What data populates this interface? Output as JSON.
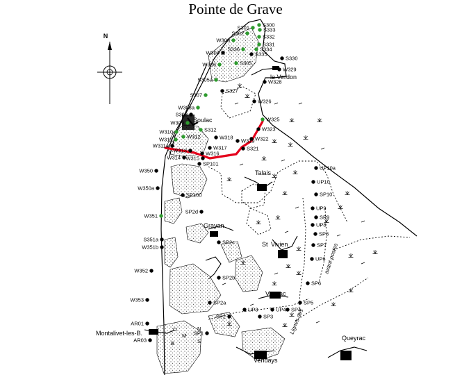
{
  "title": "Pointe de Grave",
  "colors": {
    "green_site": "#2e9b2e",
    "black_site": "#000000",
    "red_line": "#e4001b",
    "ink": "#000000"
  },
  "compass": {
    "north_label": "N"
  },
  "towns": [
    {
      "key": "le_verdon",
      "label": "le Verdon"
    },
    {
      "key": "soulac",
      "label": "Soulac"
    },
    {
      "key": "talais",
      "label": "Talais"
    },
    {
      "key": "grayan",
      "label": "Grayan"
    },
    {
      "key": "st_vivien_prefix",
      "label": "St"
    },
    {
      "key": "st_vivien",
      "label": "Vivien"
    },
    {
      "key": "vensac",
      "label": "Vensac"
    },
    {
      "key": "montalivet",
      "label": "Montalivet-les-B."
    },
    {
      "key": "queyrac",
      "label": "Queyrac"
    },
    {
      "key": "vendays",
      "label": "Vendays"
    }
  ],
  "annotations": [
    {
      "key": "avant_postes",
      "label": "avant-postes"
    },
    {
      "key": "lignes_des",
      "label": "Lignes des"
    }
  ],
  "letters": [
    "O",
    "M",
    "N",
    "B",
    "S"
  ],
  "sites": [
    {
      "label": "S300",
      "status": "green"
    },
    {
      "label": "S301",
      "status": "green"
    },
    {
      "label": "S333",
      "status": "green"
    },
    {
      "label": "S302",
      "status": "green"
    },
    {
      "label": "S332",
      "status": "green"
    },
    {
      "label": "W303",
      "status": "green"
    },
    {
      "label": "S331",
      "status": "green"
    },
    {
      "label": "S334",
      "status": "green"
    },
    {
      "label": "S336",
      "status": "green"
    },
    {
      "label": "S335",
      "status": "black"
    },
    {
      "label": "S330",
      "status": "black"
    },
    {
      "label": "W304",
      "status": "black"
    },
    {
      "label": "S305",
      "status": "green"
    },
    {
      "label": "W306",
      "status": "green"
    },
    {
      "label": "W329",
      "status": "black"
    },
    {
      "label": "W328",
      "status": "black"
    },
    {
      "label": "S305a",
      "status": "green"
    },
    {
      "label": "S327",
      "status": "black"
    },
    {
      "label": "S307",
      "status": "green"
    },
    {
      "label": "W326",
      "status": "black"
    },
    {
      "label": "W308a",
      "status": "green"
    },
    {
      "label": "S308",
      "status": "black"
    },
    {
      "label": "W325",
      "status": "green"
    },
    {
      "label": "W309",
      "status": "green"
    },
    {
      "label": "W323",
      "status": "black"
    },
    {
      "label": "S312",
      "status": "green"
    },
    {
      "label": "W310",
      "status": "green"
    },
    {
      "label": "W312",
      "status": "green"
    },
    {
      "label": "W311",
      "status": "green"
    },
    {
      "label": "W318",
      "status": "black"
    },
    {
      "label": "W322",
      "status": "black"
    },
    {
      "label": "W319",
      "status": "black"
    },
    {
      "label": "W311a",
      "status": "black"
    },
    {
      "label": "W317",
      "status": "black"
    },
    {
      "label": "S321",
      "status": "black"
    },
    {
      "label": "W313",
      "status": "black"
    },
    {
      "label": "W316",
      "status": "black"
    },
    {
      "label": "W314",
      "status": "black"
    },
    {
      "label": "W315",
      "status": "black"
    },
    {
      "label": "SP101",
      "status": "black"
    },
    {
      "label": "UP10a",
      "status": "black"
    },
    {
      "label": "W350",
      "status": "black"
    },
    {
      "label": "UP10",
      "status": "black"
    },
    {
      "label": "W350a",
      "status": "black"
    },
    {
      "label": "SP10",
      "status": "black"
    },
    {
      "label": "SP100",
      "status": "black"
    },
    {
      "label": "SP2d",
      "status": "black"
    },
    {
      "label": "UP9",
      "status": "black"
    },
    {
      "label": "W351",
      "status": "green"
    },
    {
      "label": "SP9",
      "status": "black"
    },
    {
      "label": "UP8",
      "status": "black"
    },
    {
      "label": "SP8",
      "status": "black"
    },
    {
      "label": "S351a",
      "status": "black"
    },
    {
      "label": "SP2c",
      "status": "black"
    },
    {
      "label": "SP7",
      "status": "black"
    },
    {
      "label": "W351b",
      "status": "black"
    },
    {
      "label": "UP6",
      "status": "black"
    },
    {
      "label": "W352",
      "status": "black"
    },
    {
      "label": "SP2b",
      "status": "black"
    },
    {
      "label": "SP6",
      "status": "black"
    },
    {
      "label": "W353",
      "status": "black"
    },
    {
      "label": "SP2a",
      "status": "black"
    },
    {
      "label": "SP5",
      "status": "black"
    },
    {
      "label": "UP4",
      "status": "black"
    },
    {
      "label": "SP4",
      "status": "black"
    },
    {
      "label": "UP3",
      "status": "black"
    },
    {
      "label": "SP2",
      "status": "black"
    },
    {
      "label": "SP3",
      "status": "black"
    },
    {
      "label": "AR01",
      "status": "black"
    },
    {
      "label": "SP1",
      "status": "black"
    },
    {
      "label": "AR03",
      "status": "black"
    }
  ]
}
